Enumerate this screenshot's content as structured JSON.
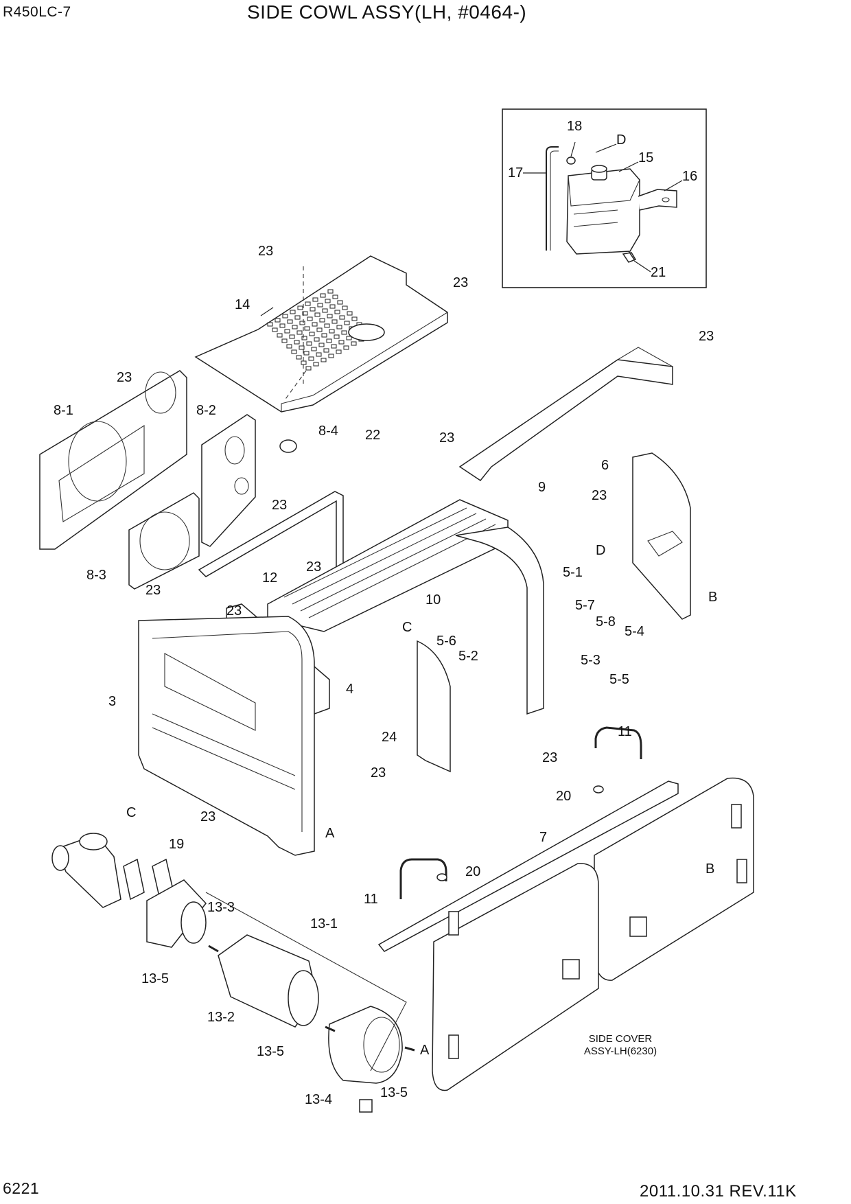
{
  "header": {
    "model": "R450LC-7",
    "title": "SIDE COWL ASSY(LH, #0464-)"
  },
  "footer": {
    "page_number": "6221",
    "revision": "2011.10.31  REV.11K"
  },
  "inset_note": [
    "SIDE COVER",
    "ASSY-LH(6230)"
  ],
  "callouts": [
    {
      "id": "c18",
      "text": "18"
    },
    {
      "id": "cD1",
      "text": "D"
    },
    {
      "id": "c15",
      "text": "15"
    },
    {
      "id": "c17",
      "text": "17"
    },
    {
      "id": "c16",
      "text": "16"
    },
    {
      "id": "c21",
      "text": "21"
    },
    {
      "id": "c23a",
      "text": "23"
    },
    {
      "id": "c23b",
      "text": "23"
    },
    {
      "id": "c14",
      "text": "14"
    },
    {
      "id": "c23c",
      "text": "23"
    },
    {
      "id": "c23d",
      "text": "23"
    },
    {
      "id": "c8_1",
      "text": "8-1"
    },
    {
      "id": "c8_2",
      "text": "8-2"
    },
    {
      "id": "c8_4",
      "text": "8-4"
    },
    {
      "id": "c22",
      "text": "22"
    },
    {
      "id": "c23e",
      "text": "23"
    },
    {
      "id": "c6",
      "text": "6"
    },
    {
      "id": "c9",
      "text": "9"
    },
    {
      "id": "c23f",
      "text": "23"
    },
    {
      "id": "c23g",
      "text": "23"
    },
    {
      "id": "cD2",
      "text": "D"
    },
    {
      "id": "c5_1",
      "text": "5-1"
    },
    {
      "id": "c8_3",
      "text": "8-3"
    },
    {
      "id": "c12",
      "text": "12"
    },
    {
      "id": "c23h",
      "text": "23"
    },
    {
      "id": "c23i",
      "text": "23"
    },
    {
      "id": "c23j",
      "text": "23"
    },
    {
      "id": "cB1",
      "text": "B"
    },
    {
      "id": "c10",
      "text": "10"
    },
    {
      "id": "c5_7",
      "text": "5-7"
    },
    {
      "id": "c5_8",
      "text": "5-8"
    },
    {
      "id": "c5_4",
      "text": "5-4"
    },
    {
      "id": "cC1",
      "text": "C"
    },
    {
      "id": "c5_6",
      "text": "5-6"
    },
    {
      "id": "c5_2",
      "text": "5-2"
    },
    {
      "id": "c5_3",
      "text": "5-3"
    },
    {
      "id": "c5_5",
      "text": "5-5"
    },
    {
      "id": "c3",
      "text": "3"
    },
    {
      "id": "c4",
      "text": "4"
    },
    {
      "id": "c24",
      "text": "24"
    },
    {
      "id": "c11a",
      "text": "11"
    },
    {
      "id": "c23k",
      "text": "23"
    },
    {
      "id": "c23l",
      "text": "23"
    },
    {
      "id": "c20a",
      "text": "20"
    },
    {
      "id": "c23m",
      "text": "23"
    },
    {
      "id": "cA1",
      "text": "A"
    },
    {
      "id": "cC2",
      "text": "C"
    },
    {
      "id": "c19",
      "text": "19"
    },
    {
      "id": "c7",
      "text": "7"
    },
    {
      "id": "cB2",
      "text": "B"
    },
    {
      "id": "c20b",
      "text": "20"
    },
    {
      "id": "c11b",
      "text": "11"
    },
    {
      "id": "c13_3",
      "text": "13-3"
    },
    {
      "id": "c13_1",
      "text": "13-1"
    },
    {
      "id": "c13_5a",
      "text": "13-5"
    },
    {
      "id": "c13_2",
      "text": "13-2"
    },
    {
      "id": "c13_5b",
      "text": "13-5"
    },
    {
      "id": "cA2",
      "text": "A"
    },
    {
      "id": "c13_5c",
      "text": "13-5"
    },
    {
      "id": "c13_4",
      "text": "13-4"
    }
  ]
}
